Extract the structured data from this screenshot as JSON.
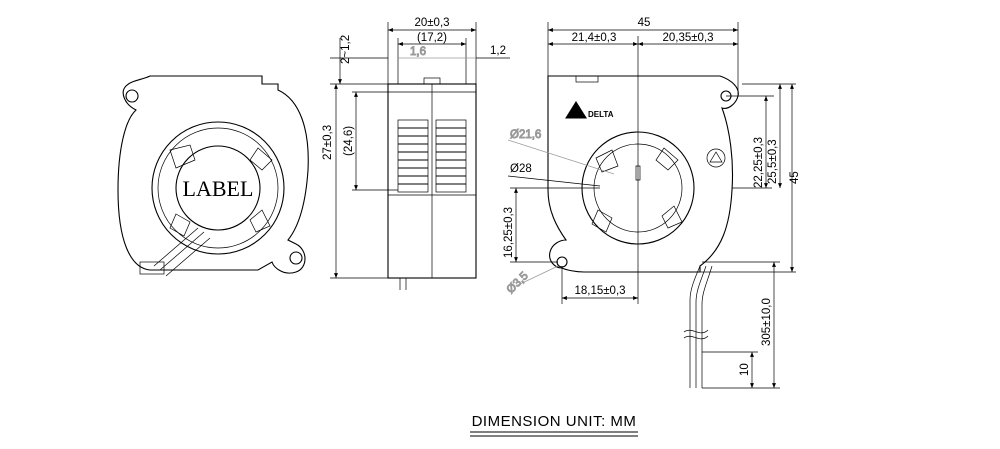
{
  "front_view": {
    "label_text": "LABEL"
  },
  "side_view": {
    "width_dim": "20±0,3",
    "inner_width_dim": "(17,2)",
    "small_dim": "1,6",
    "edge_dim": "1,2",
    "top_offset_dim": "2~1,2",
    "height_dim": "27±0,3",
    "inner_height_dim": "(24,6)"
  },
  "back_view": {
    "overall_width_dim": "45",
    "left_width_dim": "21,4±0,3",
    "right_width_dim": "20,35±0,3",
    "brand_text": "DELTA",
    "dia_inner": "Ø21,6",
    "dia_outer": "Ø28",
    "hole_y_dim": "16,25±0,3",
    "hole_dia": "Ø3,5",
    "hole_x_dim": "18,15±0,3",
    "vert_dim_1": "22,25±0,3",
    "vert_dim_2": "25,5±0,3",
    "overall_height_dim": "45",
    "cable_length_dim": "305±10,0",
    "strip_dim": "10"
  },
  "footer": {
    "title": "DIMENSION UNIT: MM"
  }
}
